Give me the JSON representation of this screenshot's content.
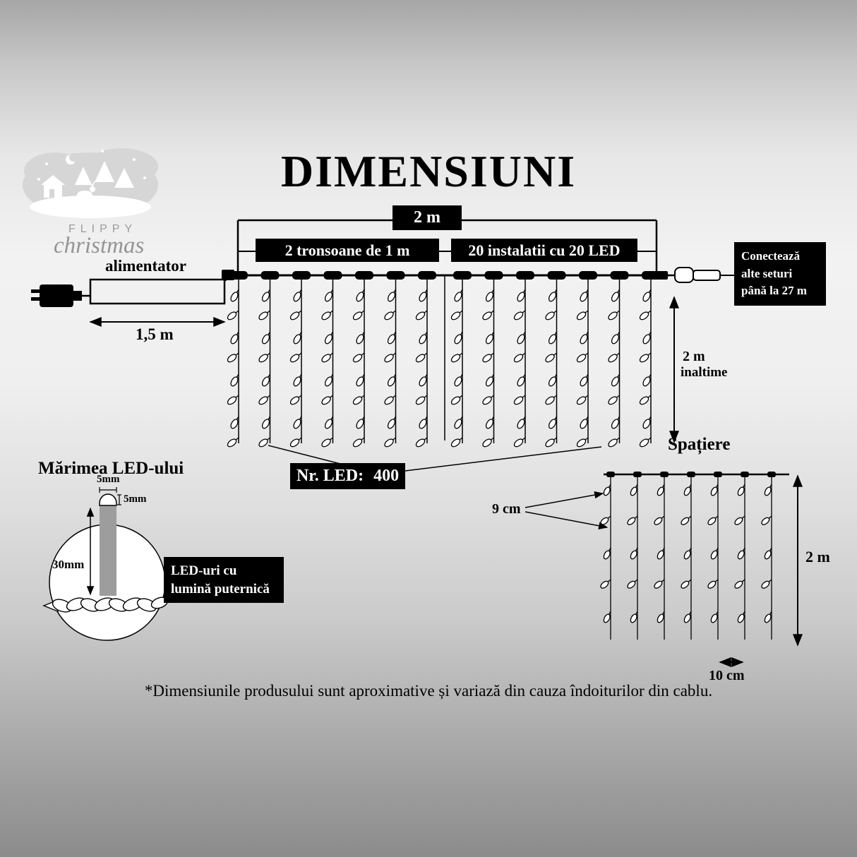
{
  "page": {
    "title": "Dimensiuni",
    "footnote": "*Dimensiunile produsului sunt aproximative și variază din cauza îndoiturilor din cablu."
  },
  "logo": {
    "brand_top": "FLIPPY",
    "brand_script": "christmas"
  },
  "top_diagram": {
    "total_width_label": "2 m",
    "sections_label": "2 tronsoane de 1 m",
    "installations_label": "20 instalatii cu 20 LED",
    "adapter_label": "alimentator",
    "lead_length_label": "1,5 m",
    "connect_label": "Conectează alte seturi până la 27 m",
    "height_label": "2 m",
    "height_sublabel": "inaltime",
    "led_count_label": "Nr. LED:",
    "led_count_value": "400"
  },
  "spacing_diagram": {
    "title": "Spațiere",
    "vertical_spacing_label": "9 cm",
    "horizontal_spacing_label": "10 cm",
    "height_label": "2 m"
  },
  "led_size_diagram": {
    "title": "Mărimea LED-ului",
    "width_label": "5mm",
    "dome_label": "5mm",
    "length_label": "30mm",
    "note": "LED-uri cu lumină puternică"
  },
  "diagram": {
    "main_curtain": {
      "sections": 2,
      "drops_per_section": 7,
      "leds_per_drop": 8
    },
    "mini_curtain": {
      "drops": 7,
      "leds_per_drop": 5
    },
    "colors": {
      "line": "#000000",
      "label_bg": "#000000",
      "label_fg": "#ffffff",
      "led_fill": "#ffffff"
    }
  }
}
